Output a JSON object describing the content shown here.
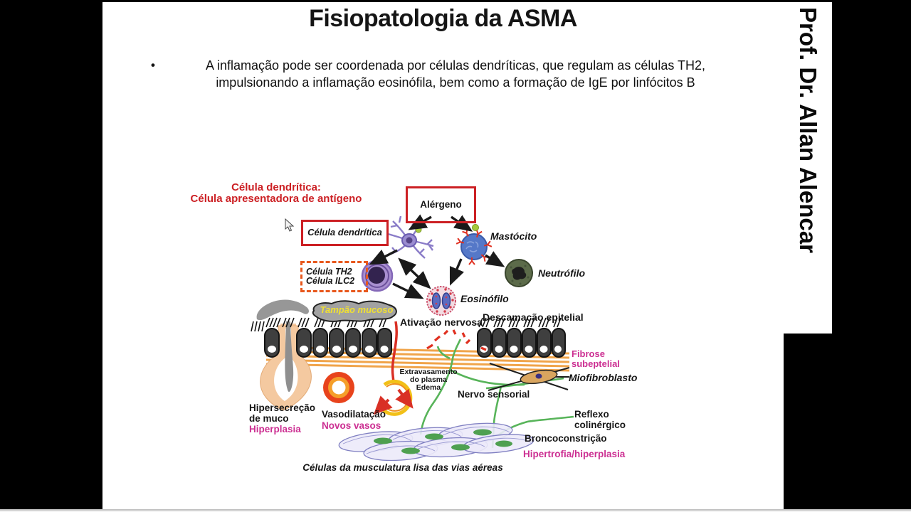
{
  "slide": {
    "title": "Fisiopatologia da ASMA",
    "bullet": {
      "marker": "•",
      "line1": "A inflamação pode ser coordenada por células dendríticas, que regulam as células TH2,",
      "line2": "impulsionando a inflamação eosinófila, bem como a formação de IgE por linfócitos B"
    },
    "author": "Prof. Dr. Allan Alencar"
  },
  "diagram": {
    "heading": {
      "line1": "Célula dendrítica:",
      "line2": "Célula apresentadora de antígeno"
    },
    "boxes": {
      "alergeno": "Alérgeno",
      "celula_dendritica": "Célula dendrítica",
      "th2_line1": "Célula TH2",
      "th2_line2": "Célula ILC2"
    },
    "cells": {
      "mastocito": "Mastócito",
      "neutrofilo": "Neutrófilo",
      "eosinofilo": "Eosinófilo"
    },
    "labels": {
      "tampao_mucoso": "Tampão mucoso",
      "ativacao_nervosa": "Ativação nervosa",
      "descamacao_epitelial": "Descamação epitelial",
      "fibrose_line1": "Fibrose",
      "fibrose_line2": "subeptelial",
      "miofibroblasto": "Miofibroblasto",
      "extravasamento_line1": "Extravasamento",
      "extravasamento_line2": "do plasma",
      "extravasamento_line3": "Edema",
      "nervo_sensorial": "Nervo sensorial",
      "hipersecrecao_line1": "Hipersecreção",
      "hipersecrecao_line2": "de muco",
      "hiperplasia": "Hiperplasia",
      "vasodilatacao": "Vasodilatação",
      "novos_vasos": "Novos vasos",
      "reflexo_line1": "Reflexo",
      "reflexo_line2": "colinérgico",
      "broncoconstricao": "Broncoconstrição",
      "hipertrofia": "Hipertrofia/hiperplasia",
      "musculatura_caption": "Células da musculatura lisa das vias aéreas"
    },
    "colors": {
      "callout_red": "#cc2024",
      "magenta": "#cc2f92",
      "dashed_box_orange": "#e8581d",
      "mucus_label_yellow": "#f0e032",
      "nerve_green": "#58b45a",
      "membrane_orange": "#f0a44a",
      "muscle_purple": "#8080c2",
      "gland_beige": "#f4c9a0"
    }
  }
}
